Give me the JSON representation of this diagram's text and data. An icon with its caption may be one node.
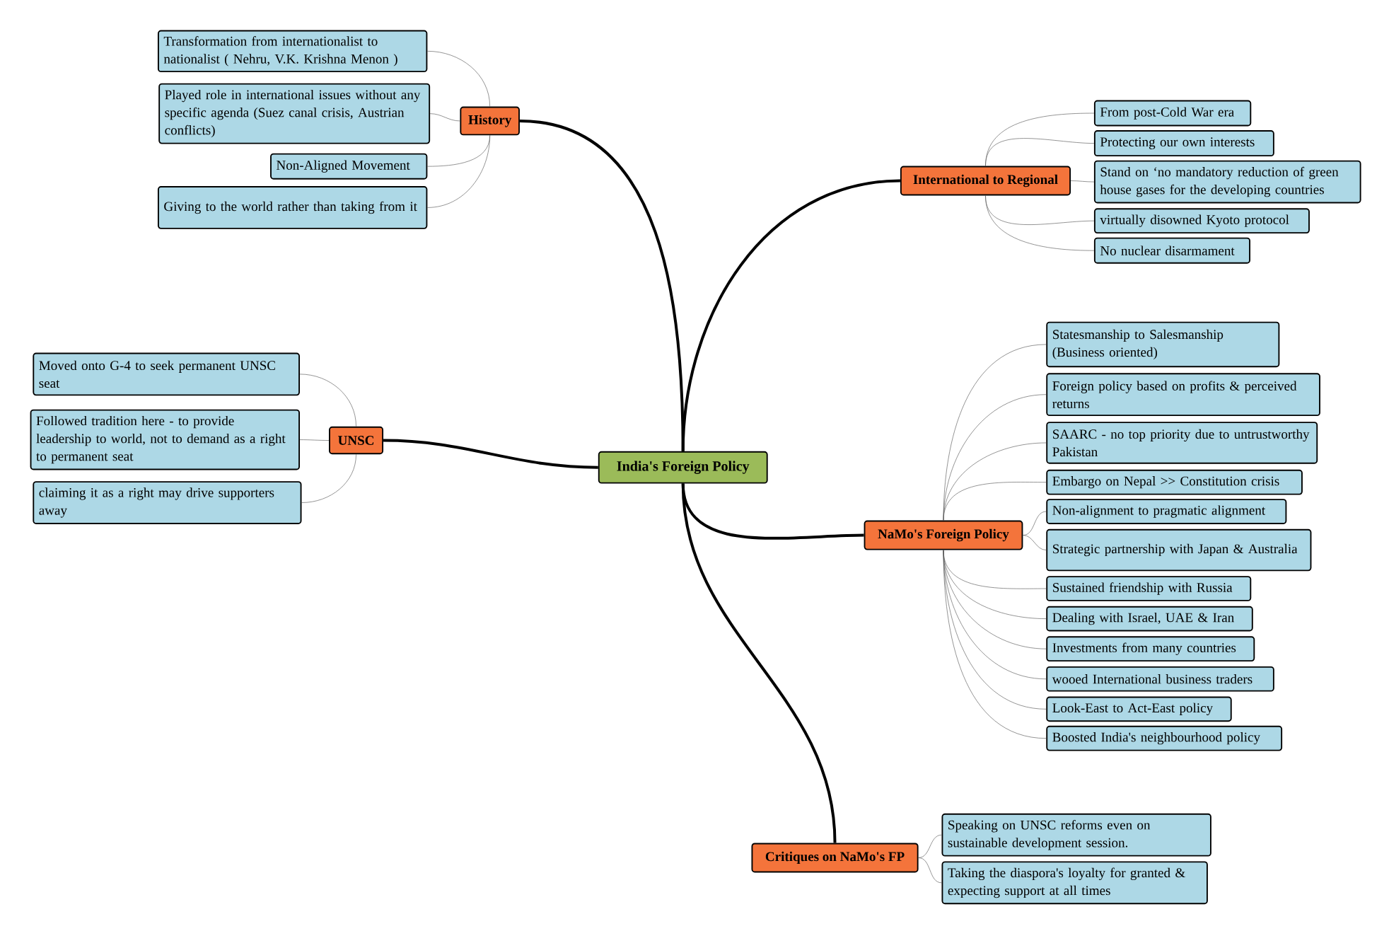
{
  "diagram": {
    "nodes": [
      {
        "text": [
          "India's Foreign Policy"
        ]
      },
      {
        "text": [
          "History"
        ]
      },
      {
        "text": [
          "Transformation from internationalist to nationalist ( Nehru, V.K. Krishna Menon )"
        ]
      },
      {
        "text": [
          "Played role in international issues without any specific agenda (Suez canal crisis, Austrian conflicts)"
        ]
      },
      {
        "text": [
          "Non-Aligned Movement"
        ]
      },
      {
        "text": [
          "Giving to the world rather than taking from it"
        ]
      },
      {
        "text": [
          "International to Regional"
        ]
      },
      {
        "text": [
          "From post-Cold War era"
        ]
      },
      {
        "text": [
          "Protecting our own interests"
        ]
      },
      {
        "text": [
          "Stand on ‘no mandatory reduction of green house gases for the developing countries"
        ]
      },
      {
        "text": [
          "virtually disowned Kyoto protocol"
        ]
      },
      {
        "text": [
          "No nuclear disarmament"
        ]
      },
      {
        "text": [
          "UNSC"
        ]
      },
      {
        "text": [
          "Moved onto G-4 to seek permanent UNSC seat"
        ]
      },
      {
        "text": [
          "Followed tradition here - to provide leadership to world, not to demand as a right to permanent seat"
        ]
      },
      {
        "text": [
          "claiming it as a right may drive supporters away"
        ]
      },
      {
        "text": [
          "NaMo's Foreign Policy"
        ]
      },
      {
        "text": [
          "Statesmanship to Salesmanship (Business oriented)"
        ]
      },
      {
        "text": [
          "Foreign policy based on profits & perceived returns"
        ]
      },
      {
        "text": [
          "SAARC - no top priority due to untrustworthy Pakistan"
        ]
      },
      {
        "text": [
          "Embargo on Nepal >> Constitution crisis"
        ]
      },
      {
        "text": [
          "Non-alignment to pragmatic alignment"
        ]
      },
      {
        "text": [
          "Strategic partnership with Japan & Australia"
        ]
      },
      {
        "text": [
          "Sustained friendship with Russia"
        ]
      },
      {
        "text": [
          "Dealing with Israel, UAE & Iran"
        ]
      },
      {
        "text": [
          "Investments from many countries"
        ]
      },
      {
        "text": [
          "wooed International business traders"
        ]
      },
      {
        "text": [
          "Look-East to Act-East policy"
        ]
      },
      {
        "text": [
          "Boosted India's neighbourhood policy"
        ]
      },
      {
        "text": [
          "Critiques on NaMo's FP"
        ]
      },
      {
        "text": [
          "Speaking on UNSC reforms even on sustainable development session."
        ]
      },
      {
        "text": [
          "Taking the diaspora's loyalty for granted & expecting support at all times"
        ]
      }
    ],
    "edges": [
      {
        "from": 0,
        "to": 1,
        "arrow": "none",
        "style": "thick",
        "color": "#000000"
      },
      {
        "from": 0,
        "to": 6,
        "arrow": "none",
        "style": "thick",
        "color": "#000000"
      },
      {
        "from": 0,
        "to": 12,
        "arrow": "none",
        "style": "thick",
        "color": "#000000"
      },
      {
        "from": 0,
        "to": 16,
        "arrow": "none",
        "style": "thick",
        "color": "#000000"
      },
      {
        "from": 0,
        "to": 29,
        "arrow": "none",
        "style": "thick",
        "color": "#000000"
      },
      {
        "from": 1,
        "to": 2,
        "arrow": "none"
      },
      {
        "from": 1,
        "to": 3,
        "arrow": "none"
      },
      {
        "from": 1,
        "to": 4,
        "arrow": "none"
      },
      {
        "from": 1,
        "to": 5,
        "arrow": "none"
      },
      {
        "from": 6,
        "to": 7,
        "arrow": "none"
      },
      {
        "from": 6,
        "to": 8,
        "arrow": "none"
      },
      {
        "from": 6,
        "to": 9,
        "arrow": "none"
      },
      {
        "from": 6,
        "to": 10,
        "arrow": "none"
      },
      {
        "from": 6,
        "to": 11,
        "arrow": "none"
      },
      {
        "from": 12,
        "to": 13,
        "arrow": "none"
      },
      {
        "from": 12,
        "to": 14,
        "arrow": "none"
      },
      {
        "from": 12,
        "to": 15,
        "arrow": "none"
      },
      {
        "from": 16,
        "to": 17,
        "arrow": "none"
      },
      {
        "from": 16,
        "to": 18,
        "arrow": "none"
      },
      {
        "from": 16,
        "to": 19,
        "arrow": "none"
      },
      {
        "from": 16,
        "to": 20,
        "arrow": "none"
      },
      {
        "from": 16,
        "to": 21,
        "arrow": "none"
      },
      {
        "from": 16,
        "to": 22,
        "arrow": "none"
      },
      {
        "from": 16,
        "to": 23,
        "arrow": "none"
      },
      {
        "from": 16,
        "to": 24,
        "arrow": "none"
      },
      {
        "from": 16,
        "to": 25,
        "arrow": "none"
      },
      {
        "from": 16,
        "to": 26,
        "arrow": "none"
      },
      {
        "from": 16,
        "to": 27,
        "arrow": "none"
      },
      {
        "from": 16,
        "to": 28,
        "arrow": "none"
      },
      {
        "from": 29,
        "to": 30,
        "arrow": "none"
      },
      {
        "from": 29,
        "to": 31,
        "arrow": "none"
      }
    ]
  }
}
